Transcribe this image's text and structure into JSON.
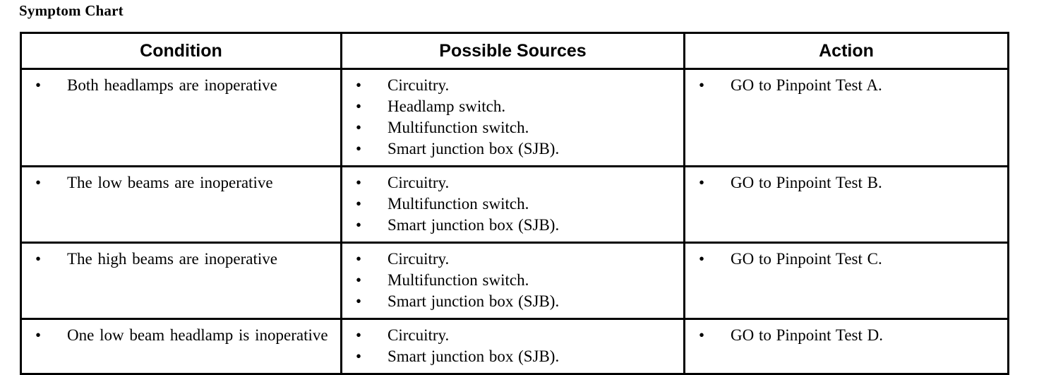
{
  "title": "Symptom Chart",
  "table": {
    "headers": [
      {
        "label": "Condition"
      },
      {
        "label": "Possible Sources"
      },
      {
        "label": "Action"
      }
    ],
    "bullet_glyph": "•",
    "rows": [
      {
        "condition": [
          "Both headlamps are inoperative"
        ],
        "possible_sources": [
          "Circuitry.",
          "Headlamp switch.",
          "Multifunction switch.",
          "Smart junction box (SJB)."
        ],
        "action": [
          "GO to Pinpoint Test A."
        ]
      },
      {
        "condition": [
          "The low beams are inoperative"
        ],
        "possible_sources": [
          "Circuitry.",
          "Multifunction switch.",
          "Smart junction box (SJB)."
        ],
        "action": [
          "GO to Pinpoint Test B."
        ]
      },
      {
        "condition": [
          "The high beams are inoperative"
        ],
        "possible_sources": [
          "Circuitry.",
          "Multifunction switch.",
          "Smart junction box (SJB)."
        ],
        "action": [
          "GO to Pinpoint Test C."
        ]
      },
      {
        "condition": [
          "One low beam headlamp is inoperative"
        ],
        "possible_sources": [
          "Circuitry.",
          "Smart junction box (SJB)."
        ],
        "action": [
          "GO to Pinpoint Test D."
        ]
      }
    ]
  },
  "colors": {
    "ink": "#000000",
    "paper": "#ffffff"
  }
}
